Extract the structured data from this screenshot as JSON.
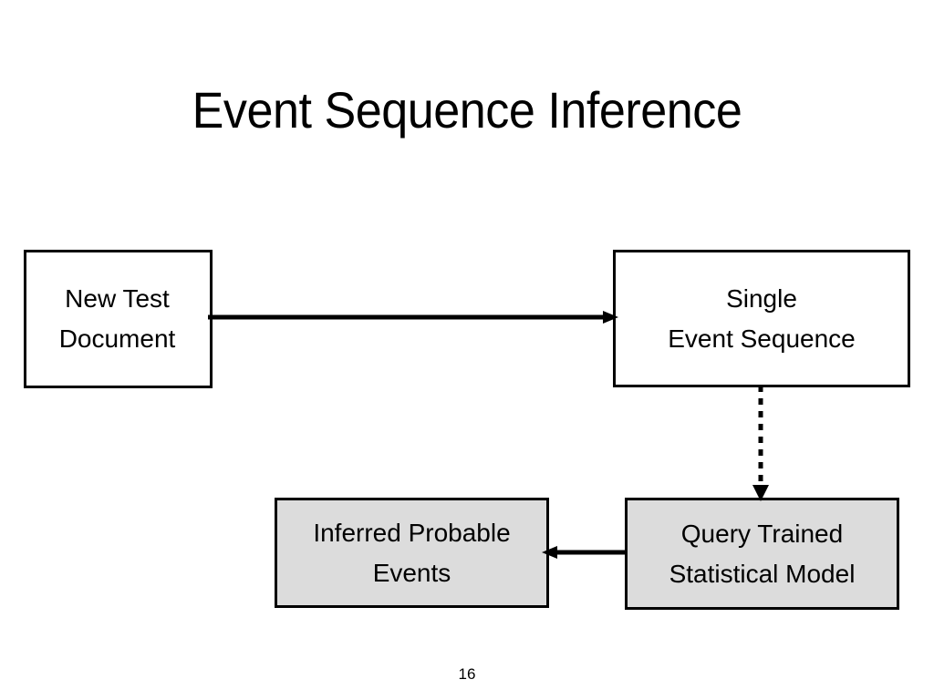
{
  "slide": {
    "title": "Event Sequence Inference",
    "page_number": "16",
    "background_color": "#ffffff",
    "line_color": "#000000",
    "fill_white": "#ffffff",
    "fill_gray": "#dcdcdc"
  },
  "diagram": {
    "nodes": [
      {
        "id": "new-test-document",
        "label": "New Test\nDocument",
        "fill": "#ffffff",
        "border_color": "#000000"
      },
      {
        "id": "single-event-sequence",
        "label": "Single\nEvent Sequence",
        "fill": "#ffffff",
        "border_color": "#000000"
      },
      {
        "id": "inferred-probable-events",
        "label": "Inferred Probable\nEvents",
        "fill": "#dcdcdc",
        "border_color": "#000000"
      },
      {
        "id": "query-trained-statistical-model",
        "label": "Query Trained\nStatistical Model",
        "fill": "#dcdcdc",
        "border_color": "#000000"
      }
    ],
    "connectors": [
      {
        "id": "doc-to-sequence",
        "from": "new-test-document",
        "to": "single-event-sequence",
        "style": "solid",
        "direction": "right"
      },
      {
        "id": "sequence-to-query",
        "from": "single-event-sequence",
        "to": "query-trained-statistical-model",
        "style": "dotted",
        "direction": "down"
      },
      {
        "id": "query-to-inferred",
        "from": "query-trained-statistical-model",
        "to": "inferred-probable-events",
        "style": "solid",
        "direction": "left"
      }
    ]
  }
}
